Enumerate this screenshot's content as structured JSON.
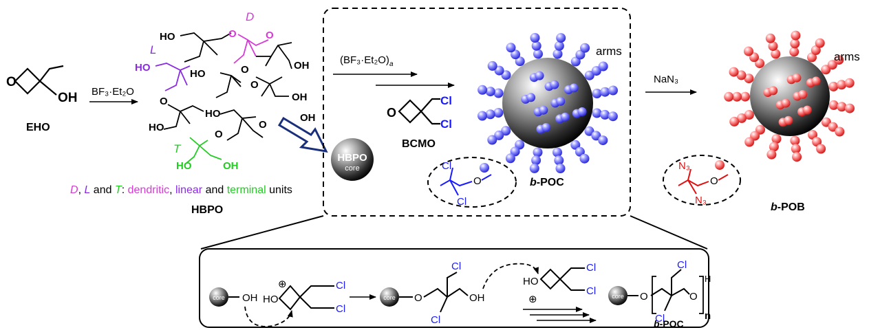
{
  "colors": {
    "dendritic": "#d63ad6",
    "linear": "#8a2be2",
    "terminal": "#22cc22",
    "chloro": "#1a1aff",
    "azido": "#e01010",
    "blue_bead": "#5c5cff",
    "red_bead": "#ff4a4a",
    "ink": "#000000",
    "arrow_outline": "#1a2f7a"
  },
  "monomers": {
    "eho_label": "EHO",
    "eho_oh": "OH",
    "eho_o": "O",
    "bcmo_label": "BCMO",
    "bcmo_o": "O",
    "cl": "Cl"
  },
  "hbpo": {
    "label": "HBPO",
    "unit_d": "D",
    "unit_l": "L",
    "unit_t": "T",
    "ho": "HO",
    "oh": "OH",
    "o": "O",
    "legend": {
      "d": "D",
      "sep1": ", ",
      "l": "L",
      "and1": " and ",
      "t": "T",
      "colon": ": ",
      "dendritic": "dendritic",
      "comma": ", ",
      "linear": "linear",
      "and2": " and ",
      "terminal": "terminal",
      "units": " units"
    }
  },
  "core_sphere": {
    "label": "HBPO",
    "sublabel": "core"
  },
  "reagents": {
    "step1": "BF₃·Et₂O",
    "step2_main": "(BF₃·Et₂O)",
    "step2_sub": "a",
    "step3": "NaN₃"
  },
  "products": {
    "poc_prefix": "b",
    "poc_suffix": "-POC",
    "pob_prefix": "b",
    "pob_suffix": "-POB",
    "arms_label": "arms",
    "azide": "N₃",
    "o": "O"
  },
  "mechanism": {
    "core_label": "core",
    "oh": "OH",
    "ho": "HO",
    "o": "O",
    "cl": "Cl",
    "plus_symbol": "⊕",
    "h": "H",
    "n": "n",
    "poc_prefix": "b",
    "poc_suffix": "-POC"
  }
}
